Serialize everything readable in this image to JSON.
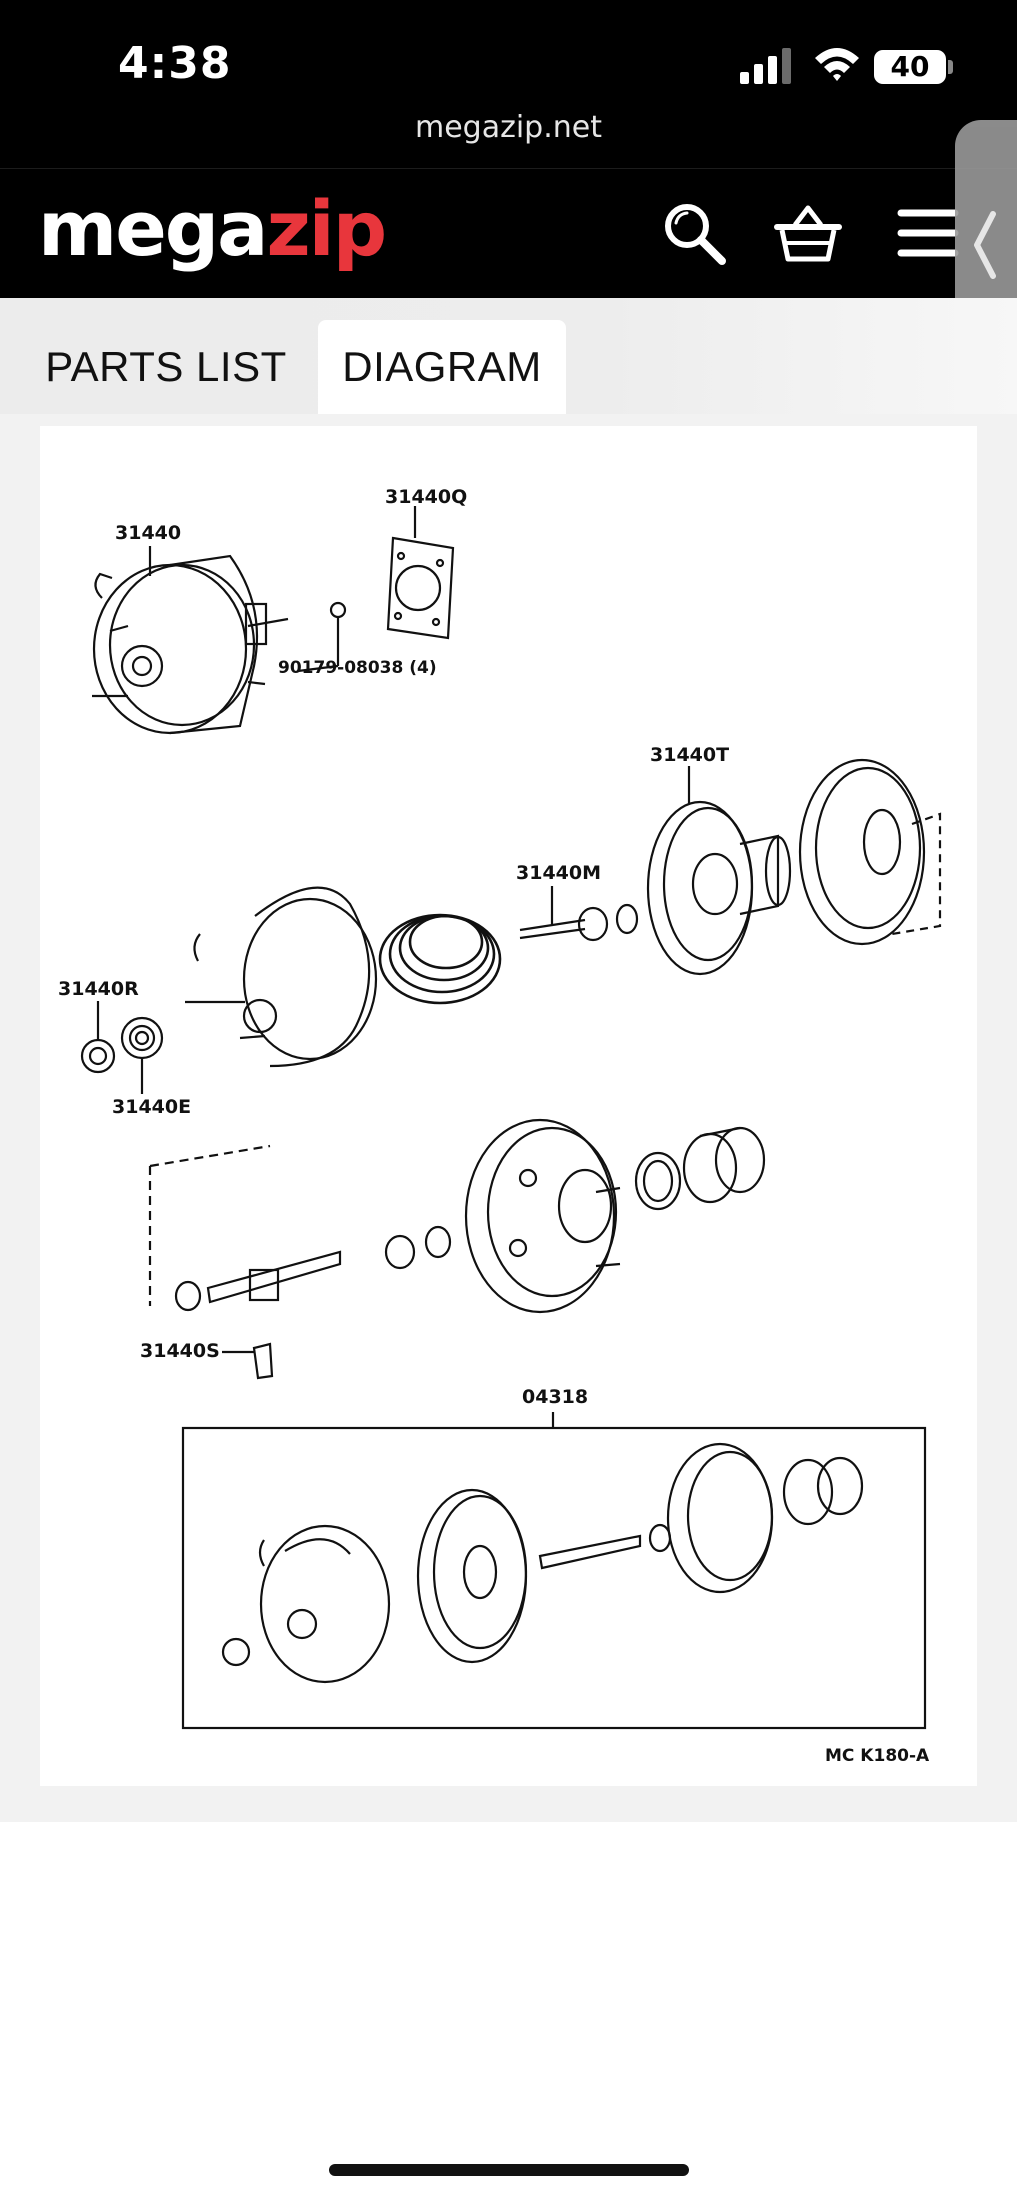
{
  "status_bar": {
    "time": "4:38",
    "battery": "40",
    "url": "megazip.net"
  },
  "header": {
    "logo_part1": "mega",
    "logo_part2": "zip"
  },
  "tabs": [
    {
      "label": "PARTS LIST",
      "active": false
    },
    {
      "label": "DIAGRAM",
      "active": true
    }
  ],
  "diagram": {
    "callouts": {
      "c31440": "31440",
      "c31440Q": "31440Q",
      "c90179": "90179-08038 (4)",
      "c31440T": "31440T",
      "c31440M": "31440M",
      "c31440R": "31440R",
      "c31440E": "31440E",
      "c31440S": "31440S",
      "c04318": "04318",
      "ref": "MC K180-A"
    }
  },
  "colors": {
    "logo_accent": "#e8363c",
    "header_bg": "#000000",
    "page_bg": "#f2f2f2"
  }
}
